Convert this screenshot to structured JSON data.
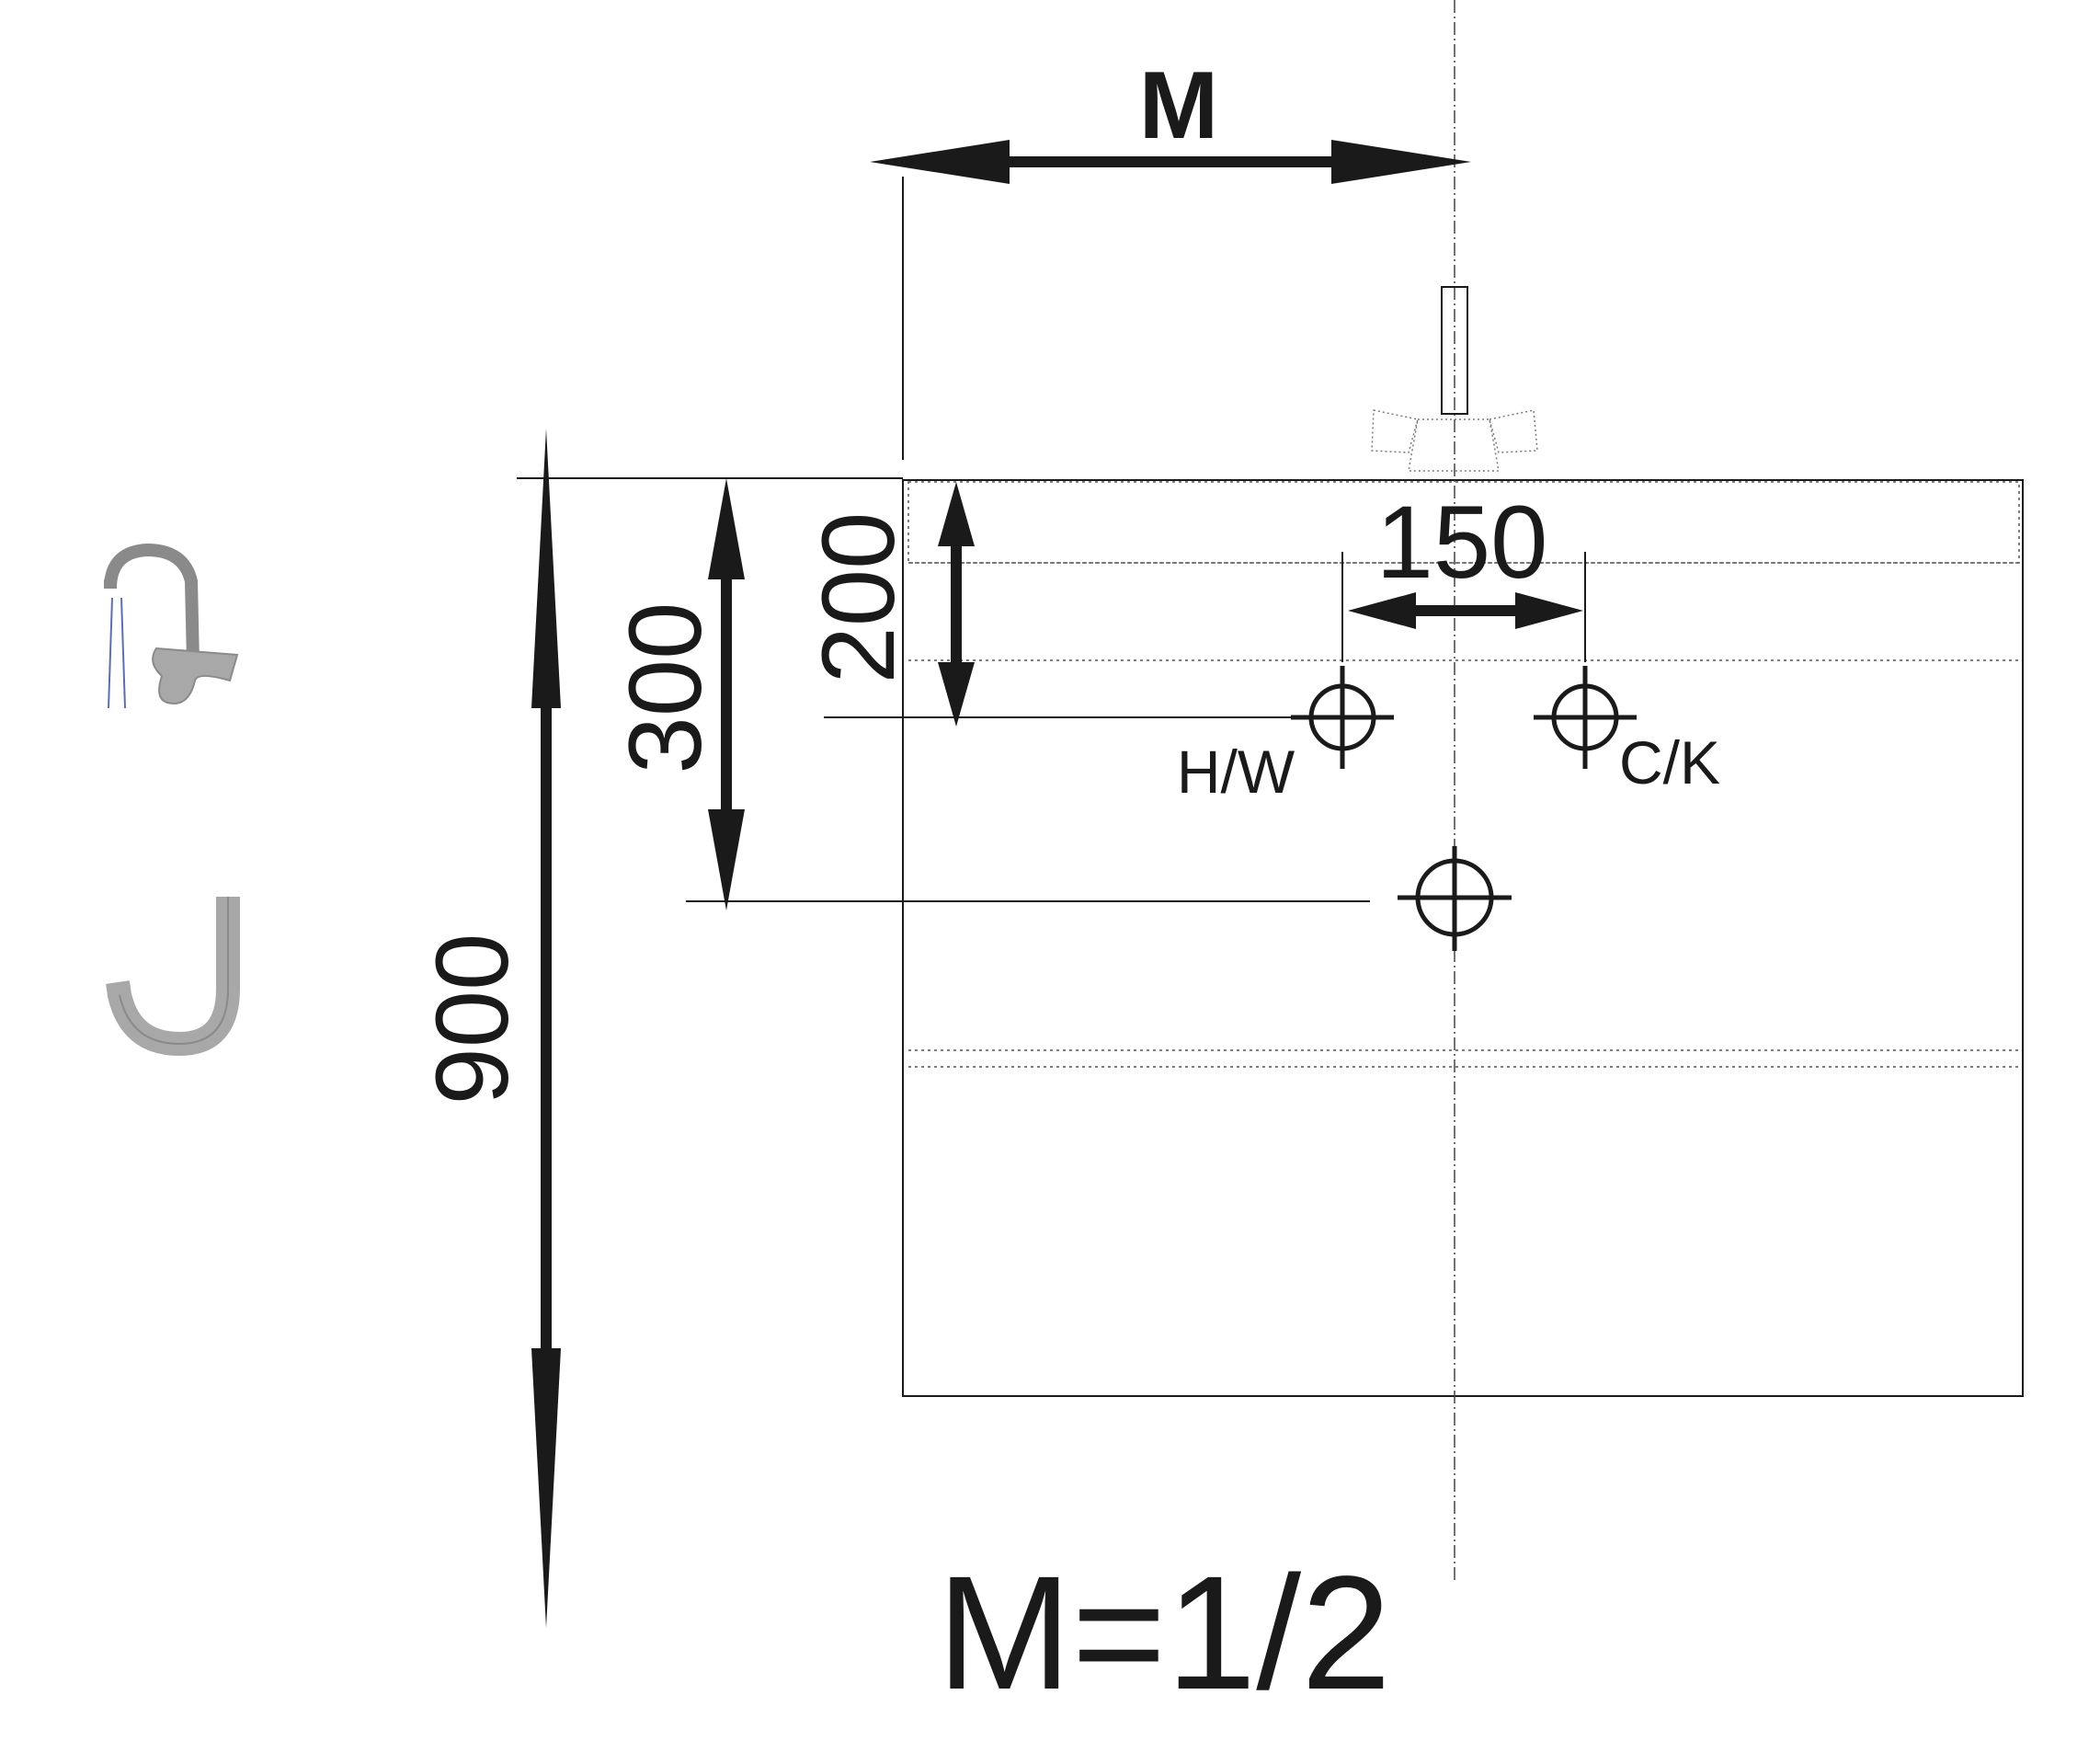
{
  "dimensions": {
    "m_label": "M",
    "width_150": "150",
    "height_200": "200",
    "height_300": "300",
    "height_900": "900"
  },
  "pipes": {
    "hot_water_label": "H/W",
    "cold_water_label": "C/K"
  },
  "scale_note": "M=1/2",
  "icons": {
    "faucet": "faucet-icon",
    "drain": "drain-trap-icon"
  },
  "colors": {
    "ink": "#1a1a1a",
    "icon_gray": "#a8a8a8",
    "icon_outline": "#8a8a8a",
    "water": "#5a6fb0"
  }
}
